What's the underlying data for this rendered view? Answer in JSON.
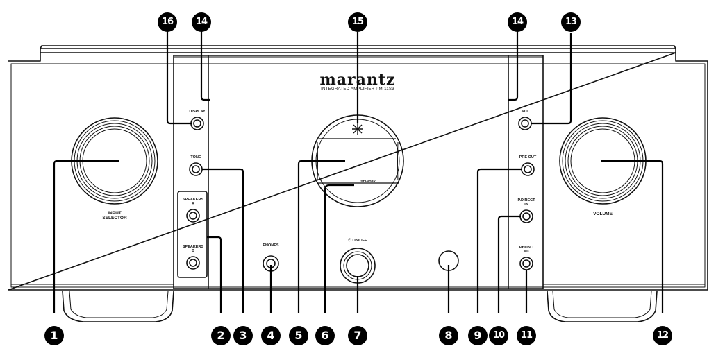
{
  "brand": {
    "logo": "marantz",
    "model_line": "INTEGRATED AMPLIFIER PM-11S3"
  },
  "controls": {
    "display": "DISPLAY",
    "tone": "TONE",
    "speakers_a": "SPEAKERS\nA",
    "speakers_b": "SPEAKERS\nB",
    "phones": "PHONES",
    "power": "⏻ ON/OFF",
    "standby": "STANDBY",
    "input_selector": "INPUT\nSELECTOR",
    "att": "ATT.",
    "pre_out": "PRE OUT",
    "power_amp_direct": "P.DIRECT\nIN",
    "phono_mc": "PHONO\nMC",
    "volume": "VOLUME"
  },
  "callouts": [
    "❶",
    "❷",
    "❸",
    "❹",
    "❺",
    "❻",
    "❼",
    "❽",
    "❾",
    "❿",
    "⓫",
    "⓬",
    "⓭",
    "⓮",
    "⓯",
    "⓰"
  ],
  "callout_text": [
    "1",
    "2",
    "3",
    "4",
    "5",
    "6",
    "7",
    "8",
    "9",
    "10",
    "11",
    "12",
    "13",
    "14",
    "15",
    "16"
  ],
  "colors": {
    "line": "#111111",
    "panel": "#ffffff",
    "badge": "#000000"
  }
}
